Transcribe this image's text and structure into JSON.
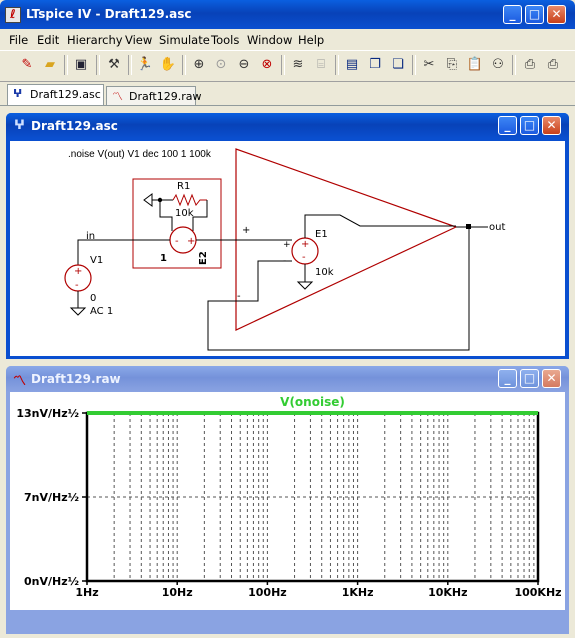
{
  "app": {
    "title": "LTspice IV - Draft129.asc"
  },
  "menu": {
    "file": "File",
    "edit": "Edit",
    "hierarchy": "Hierarchy",
    "view": "View",
    "simulate": "Simulate",
    "tools": "Tools",
    "window": "Window",
    "help": "Help"
  },
  "tabs": [
    {
      "label": "Draft129.asc"
    },
    {
      "label": "Draft129.raw"
    }
  ],
  "schematic": {
    "title": "Draft129.asc",
    "directive": ".noise V(out) V1 dec 100 1 100k",
    "labels": {
      "r1": "R1",
      "r1_value": "10k",
      "e2_pin": "1",
      "e2": "E2",
      "e1": "E1",
      "e1_value": "10k",
      "v1": "V1",
      "v1_value": "0",
      "v1_ac": "AC 1",
      "in": "in",
      "out": "out",
      "plus": "+",
      "minus": "-"
    }
  },
  "waveform": {
    "title": "Draft129.raw",
    "trace_label": "V(onoise)",
    "colors": {
      "trace": "#33cc33",
      "grid": "#555555"
    }
  },
  "chart_data": {
    "type": "line",
    "series": [
      {
        "name": "V(onoise)",
        "x": [
          1,
          100000
        ],
        "y": [
          13,
          13
        ],
        "color": "#33cc33"
      }
    ],
    "y_ticks": [
      "13nV/Hz½",
      "7nV/Hz½",
      "0nV/Hz½"
    ],
    "x_ticks": [
      "1Hz",
      "10Hz",
      "100Hz",
      "1KHz",
      "10KHz",
      "100KHz"
    ],
    "x_scale": "log",
    "xlim": [
      1,
      100000
    ],
    "ylim": [
      0,
      13
    ],
    "y_unit": "nV/Hz½",
    "grid": true
  }
}
